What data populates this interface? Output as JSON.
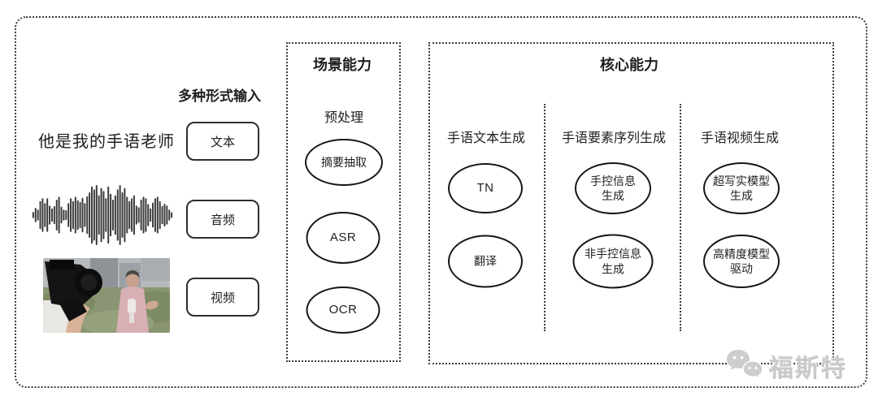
{
  "diagram": {
    "input_section": {
      "title": "多种形式输入",
      "text_sample": "他是我的手语老师",
      "buttons": [
        {
          "label": "文本"
        },
        {
          "label": "音频"
        },
        {
          "label": "视频"
        }
      ],
      "waveform": {
        "bars": [
          0.08,
          0.22,
          0.16,
          0.45,
          0.55,
          0.38,
          0.55,
          0.3,
          0.2,
          0.28,
          0.5,
          0.6,
          0.26,
          0.16,
          0.14,
          0.38,
          0.55,
          0.45,
          0.6,
          0.48,
          0.42,
          0.56,
          0.38,
          0.62,
          0.75,
          0.95,
          0.85,
          1.0,
          0.65,
          0.9,
          0.8,
          0.55,
          0.95,
          0.7,
          0.5,
          0.65,
          0.85,
          1.0,
          0.75,
          0.9,
          0.6,
          0.45,
          0.55,
          0.65,
          0.3,
          0.24,
          0.5,
          0.6,
          0.55,
          0.35,
          0.2,
          0.4,
          0.55,
          0.6,
          0.45,
          0.28,
          0.36,
          0.3,
          0.16,
          0.07
        ]
      }
    },
    "scene_box": {
      "title": "场景能力",
      "subtitle": "预处理",
      "nodes": [
        {
          "label": "摘要抽取"
        },
        {
          "label": "ASR"
        },
        {
          "label": "OCR"
        }
      ]
    },
    "core_box": {
      "title": "核心能力",
      "columns": [
        {
          "header": "手语文本生成",
          "nodes": [
            {
              "label": "TN"
            },
            {
              "label": "翻译"
            }
          ]
        },
        {
          "header": "手语要素序列生成",
          "nodes": [
            {
              "label": [
                "手控信息",
                "生成"
              ]
            },
            {
              "label": [
                "非手控信息",
                "生成"
              ]
            }
          ]
        },
        {
          "header": "手语视频生成",
          "nodes": [
            {
              "label": [
                "超写实模型",
                "生成"
              ]
            },
            {
              "label": [
                "高精度模型",
                "驱动"
              ]
            }
          ]
        }
      ]
    },
    "watermark": {
      "text": "福斯特"
    }
  },
  "colors": {
    "frame_border": "#3c3c3c",
    "node_stroke": "#161616",
    "text": "#1f1f1f",
    "watermark": "#c9c9c9"
  }
}
